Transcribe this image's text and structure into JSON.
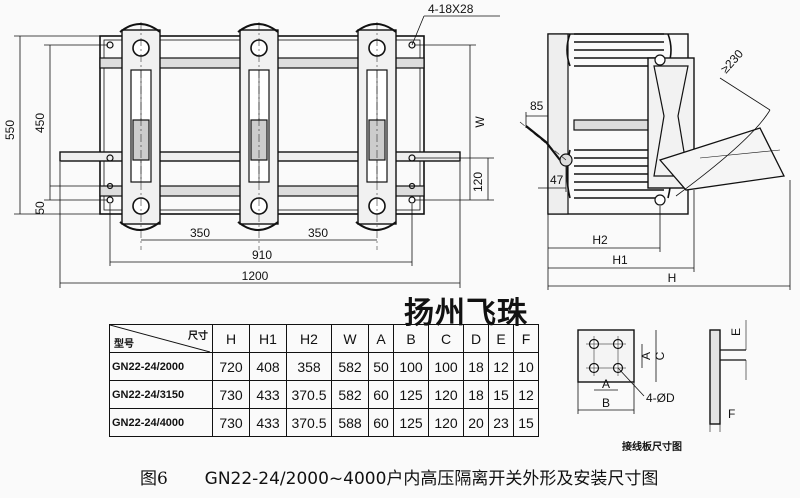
{
  "front_view": {
    "dims": {
      "d550": "550",
      "d450": "450",
      "d50": "50",
      "d350_left": "350",
      "d350_right": "350",
      "d910": "910",
      "d1200": "1200",
      "d120": "120",
      "dW": "W",
      "holes": "4-18X28"
    }
  },
  "side_view": {
    "dims": {
      "d85": "85",
      "d47": "47",
      "dH2": "H2",
      "dH1": "H1",
      "dH": "H",
      "d230": "≥230"
    }
  },
  "watermark": "扬州飞珠",
  "table": {
    "header_size": "尺寸",
    "header_model": "型号",
    "columns": [
      "H",
      "H1",
      "H2",
      "W",
      "A",
      "B",
      "C",
      "D",
      "E",
      "F"
    ],
    "rows": [
      {
        "model": "GN22-24/2000",
        "values": [
          "720",
          "408",
          "358",
          "582",
          "50",
          "100",
          "100",
          "18",
          "12",
          "10"
        ]
      },
      {
        "model": "GN22-24/3150",
        "values": [
          "730",
          "433",
          "370.5",
          "582",
          "60",
          "125",
          "120",
          "18",
          "15",
          "12"
        ]
      },
      {
        "model": "GN22-24/4000",
        "values": [
          "730",
          "433",
          "370.5",
          "588",
          "60",
          "125",
          "120",
          "20",
          "23",
          "15"
        ]
      }
    ]
  },
  "terminal_plate": {
    "caption": "接线板尺寸图",
    "labels": {
      "A": "A",
      "B": "B",
      "C": "C",
      "E": "E",
      "F": "F",
      "holes": "4-ØD"
    }
  },
  "caption": {
    "fig": "图6",
    "text": "GN22-24/2000~4000户内高压隔离开关外形及安装尺寸图"
  }
}
